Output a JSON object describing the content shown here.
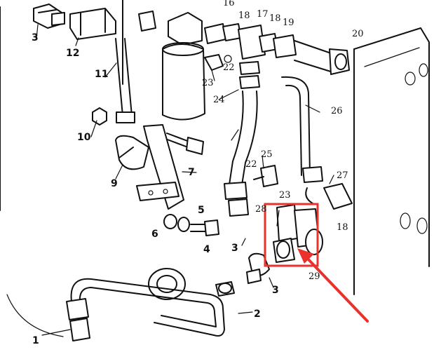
{
  "diagram": {
    "callouts": [
      {
        "id": "c1",
        "text": "1"
      },
      {
        "id": "c2",
        "text": "2"
      },
      {
        "id": "c3a",
        "text": "3"
      },
      {
        "id": "c3b",
        "text": "3"
      },
      {
        "id": "c3c",
        "text": "3"
      },
      {
        "id": "c4",
        "text": "4"
      },
      {
        "id": "c5",
        "text": "5"
      },
      {
        "id": "c6",
        "text": "6"
      },
      {
        "id": "c7",
        "text": "7"
      },
      {
        "id": "c9",
        "text": "9"
      },
      {
        "id": "c10",
        "text": "10"
      },
      {
        "id": "c11",
        "text": "11"
      },
      {
        "id": "c12",
        "text": "12"
      },
      {
        "id": "c16",
        "text": "16"
      },
      {
        "id": "c17",
        "text": "17"
      },
      {
        "id": "c18a",
        "text": "18"
      },
      {
        "id": "c18b",
        "text": "18"
      },
      {
        "id": "c18c",
        "text": "18"
      },
      {
        "id": "c19",
        "text": "19"
      },
      {
        "id": "c20",
        "text": "20"
      },
      {
        "id": "c22a",
        "text": "22"
      },
      {
        "id": "c22b",
        "text": "22"
      },
      {
        "id": "c23a",
        "text": "23"
      },
      {
        "id": "c23b",
        "text": "23"
      },
      {
        "id": "c24",
        "text": "24"
      },
      {
        "id": "c25",
        "text": "25"
      },
      {
        "id": "c26",
        "text": "26"
      },
      {
        "id": "c27",
        "text": "27"
      },
      {
        "id": "c28",
        "text": "28"
      },
      {
        "id": "c29",
        "text": "29"
      }
    ],
    "highlight": {
      "box_color": "#e8322b",
      "arrow_color": "#e8322b"
    }
  }
}
